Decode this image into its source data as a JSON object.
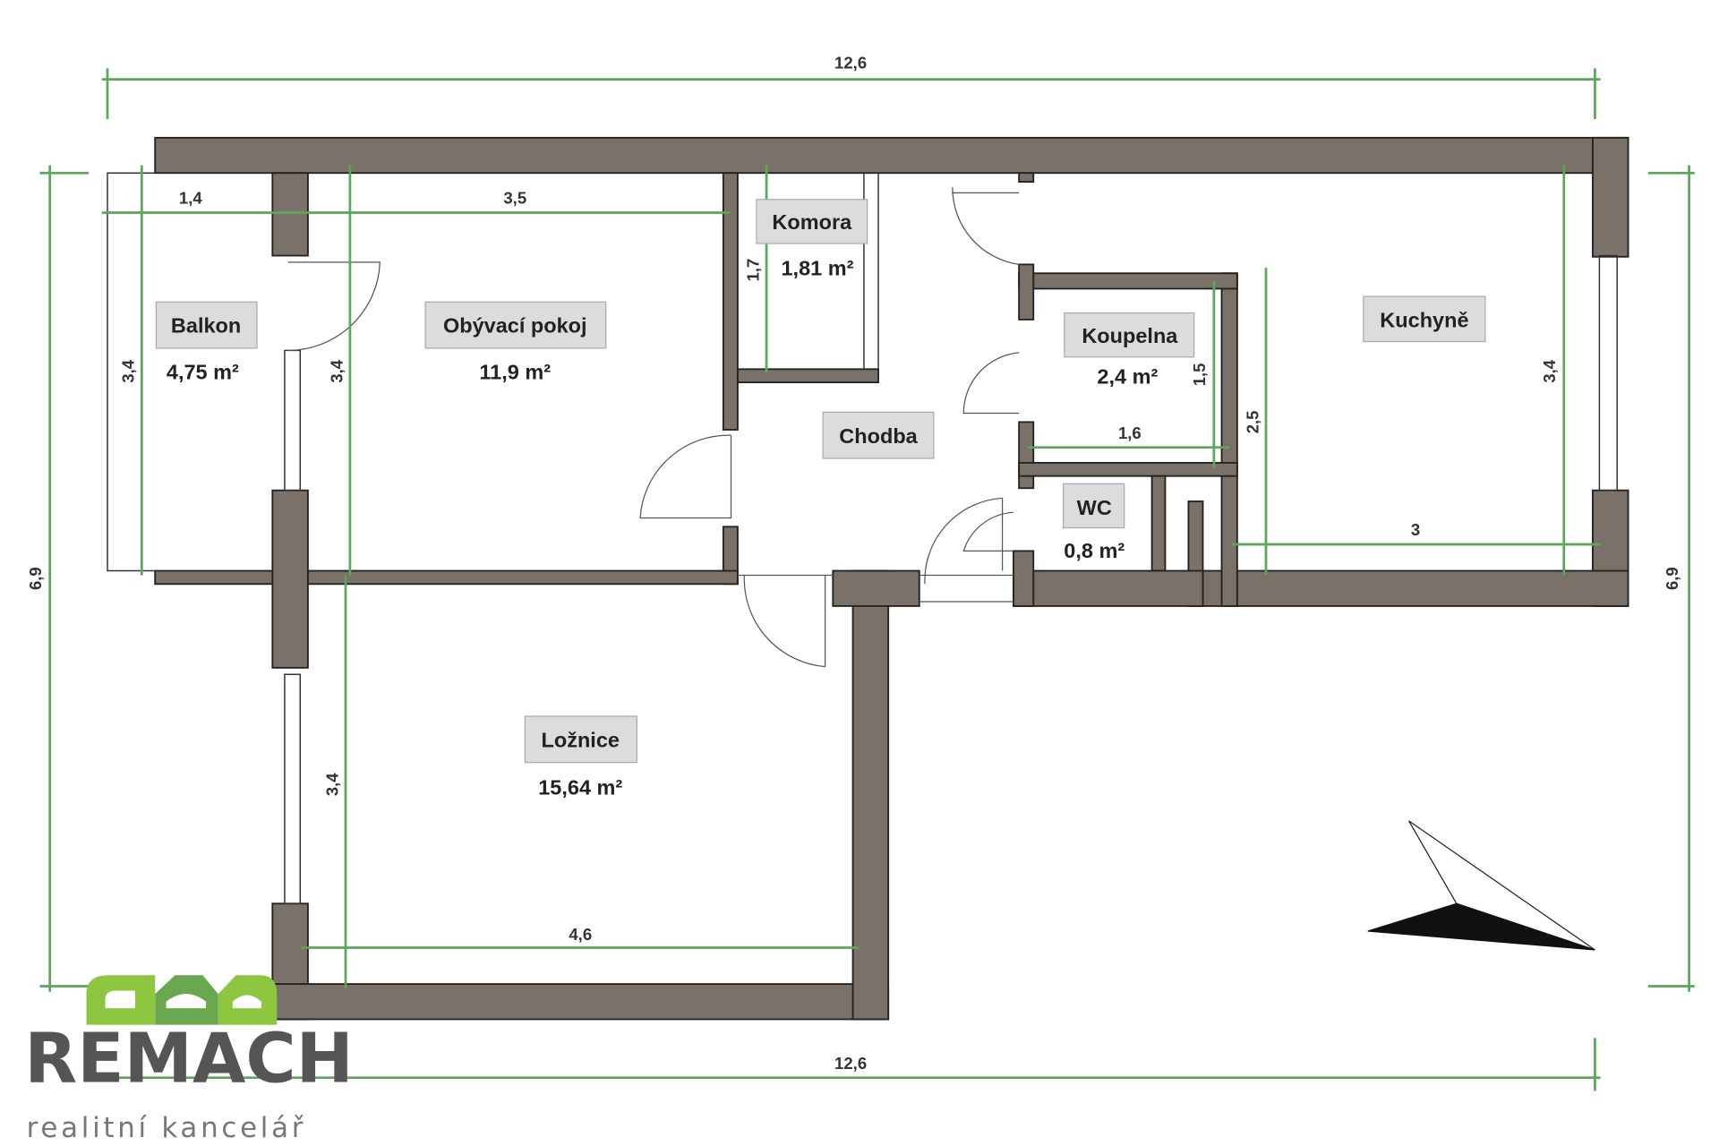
{
  "dimensions": {
    "top_total": "12,6",
    "bottom_total": "12,6",
    "left_total": "6,9",
    "right_total": "6,9",
    "balkon_width": "1,4",
    "obyvaci_width": "3,5",
    "balkon_height": "3,4",
    "obyvaci_height": "3,4",
    "komora_height": "1,7",
    "koupelna_height": "1,5",
    "koupelna_width": "1,6",
    "kuchyne_inner_height": "2,5",
    "kuchyne_height": "3,4",
    "kuchyne_width": "3",
    "loznice_height": "3,4",
    "loznice_width": "4,6"
  },
  "rooms": {
    "balkon": {
      "name": "Balkon",
      "area": "4,75 m²"
    },
    "obyvaci": {
      "name": "Obývací pokoj",
      "area": "11,9 m²"
    },
    "komora": {
      "name": "Komora",
      "area": "1,81 m²"
    },
    "chodba": {
      "name": "Chodba"
    },
    "koupelna": {
      "name": "Koupelna",
      "area": "2,4 m²"
    },
    "wc": {
      "name": "WC",
      "area": "0,8 m²"
    },
    "kuchyne": {
      "name": "Kuchyně"
    },
    "loznice": {
      "name": "Ložnice",
      "area": "15,64 m²"
    }
  },
  "logo": {
    "name": "REMACH",
    "tagline": "realitní kancelář"
  },
  "colors": {
    "wall": "#7a7168",
    "dimension": "#5aa65a",
    "logo_green": "#8dc63f",
    "logo_text": "#555555"
  }
}
